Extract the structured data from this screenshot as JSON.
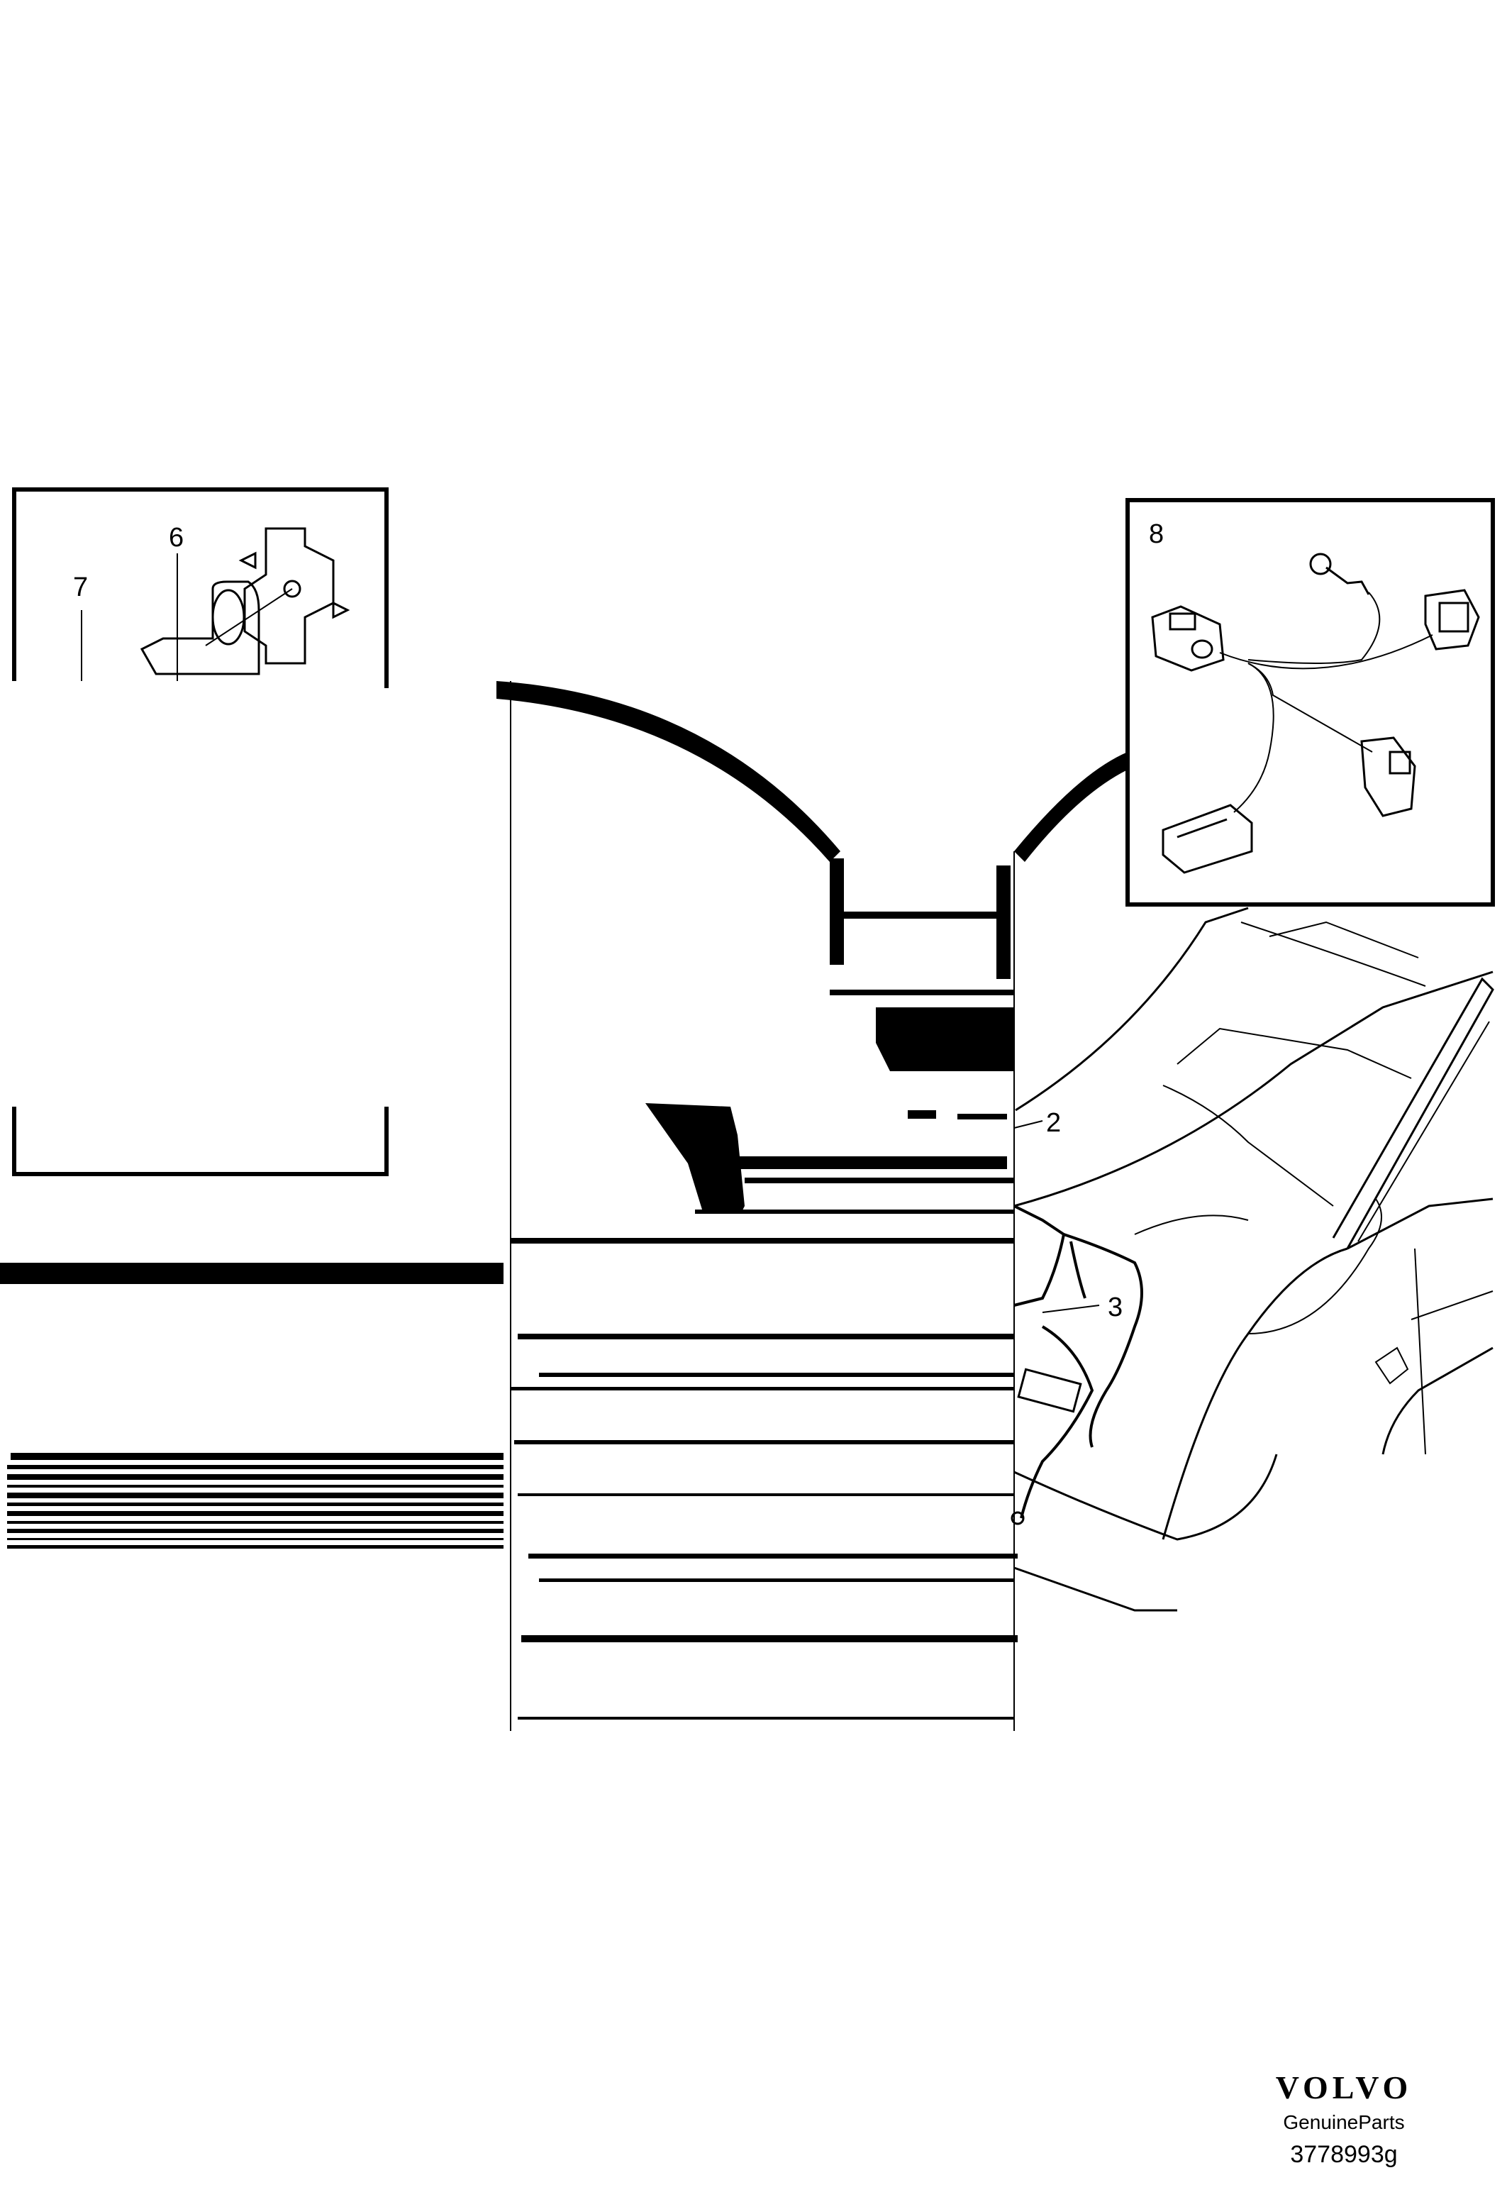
{
  "callouts": {
    "c2": "2",
    "c3": "3",
    "c6": "6",
    "c7": "7",
    "c8": "8"
  },
  "brand": {
    "logo": "VOLVO",
    "subtitle": "GenuineParts",
    "illustration_id": "3778993g"
  },
  "colors": {
    "line": "#000000",
    "background": "#ffffff"
  }
}
